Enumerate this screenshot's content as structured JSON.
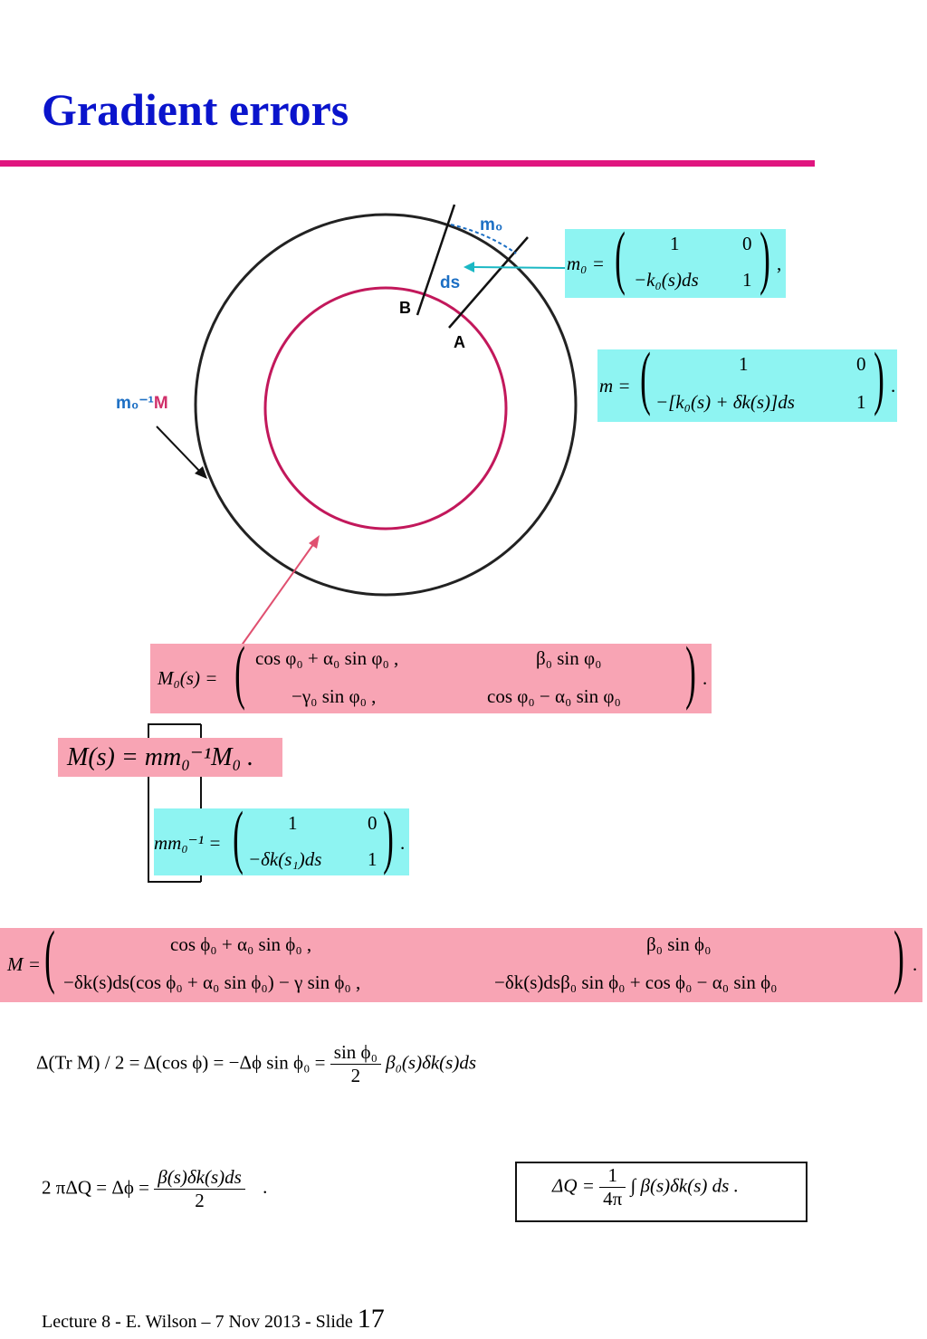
{
  "title": "Gradient errors",
  "diagram": {
    "label_m0": "m₀",
    "label_ds": "ds",
    "label_B": "B",
    "label_A": "A",
    "label_m0inv": "m₀⁻¹",
    "label_M": "M"
  },
  "eq_m0": {
    "lhs": "m₀ =",
    "r1c1": "1",
    "r1c2": "0",
    "r2c1": "−k₀(s)ds",
    "r2c2": "1",
    "tail": ","
  },
  "eq_m": {
    "lhs": "m =",
    "r1c1": "1",
    "r1c2": "0",
    "r2c1": "−[k₀(s) + δk(s)]ds",
    "r2c2": "1",
    "tail": "."
  },
  "eq_M0": {
    "lhs": "M₀(s) =",
    "r1c1": "cos φ₀ + α₀  sin φ₀  ,",
    "r1c2": "β₀  sin φ₀",
    "r2c1": "−γ₀  sin φ₀  ,",
    "r2c2": "cos φ₀ − α₀  sin φ₀",
    "tail": "."
  },
  "eq_Ms": {
    "text": "M(s) = mm₀⁻¹M₀  ."
  },
  "eq_mm0inv": {
    "lhs": "mm₀⁻¹ =",
    "r1c1": "1",
    "r1c2": "0",
    "r2c1": "−δk(s₁)ds",
    "r2c2": "1",
    "tail": "."
  },
  "eq_M": {
    "lhs": "M =",
    "r1c1": "cos ϕ₀ + α₀ sin ϕ₀  ,",
    "r1c2": "β₀ sin ϕ₀",
    "r2c1": "−δk(s)ds(cos ϕ₀ + α₀  sin ϕ₀) − γ sin ϕ₀  ,",
    "r2c2": "−δk(s)dsβ₀ sin ϕ₀ +  cos ϕ₀ − α₀ sin ϕ₀",
    "tail": "."
  },
  "eq_trace": {
    "lhs": "Δ(Tr M) / 2 = Δ(cos ϕ) = −Δϕ sin ϕ₀ =",
    "num": "sin ϕ₀",
    "den": "2",
    "rhs": "β₀(s)δk(s)ds"
  },
  "eq_dq": {
    "lhs": "2 πΔQ = Δϕ =",
    "num": "β(s)δk(s)ds",
    "den": "2",
    "tail": "."
  },
  "eq_result": {
    "lhs": "ΔQ =",
    "num": "1",
    "den": "4π",
    "rhs": "∫ β(s)δk(s)  ds  ."
  },
  "footer": {
    "text": "Lecture 8 - E. Wilson – 7 Nov 2013 - Slide",
    "num": "17"
  }
}
